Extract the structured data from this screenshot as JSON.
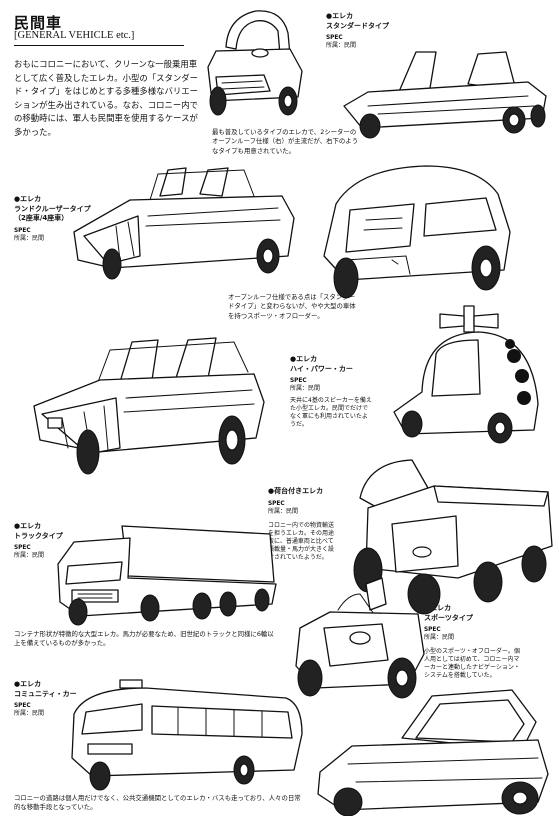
{
  "header": {
    "title": "民間車",
    "subtitle": "[GENERAL VEHICLE etc.]",
    "intro": "おもにコロニーにおいて、クリーンな一般乗用車として広く普及したエレカ。小型の「スタンダード・タイプ」をはじめとする多種多様なバリエーションが生み出されている。なお、コロニー内での移動時には、軍人も民間車を使用するケースが多かった。"
  },
  "entries": [
    {
      "id": "standard",
      "name_lines": [
        "●エレカ",
        "スタンダードタイプ"
      ],
      "spec_label": "SPEC",
      "owner": "所属：民間"
    },
    {
      "id": "landcruiser",
      "name_lines": [
        "●エレカ",
        "ランドクルーザータイプ",
        "（2座車/4座車）"
      ],
      "spec_label": "SPEC",
      "owner": "所属：民間"
    },
    {
      "id": "highpower",
      "name_lines": [
        "●エレカ",
        "ハイ・パワー・カー"
      ],
      "spec_label": "SPEC",
      "owner": "所属：民間",
      "desc": "天井に4基のスピーカーを備えた小型エレカ。民間でだけでなく軍にも利用されていたようだ。"
    },
    {
      "id": "cargobed",
      "name_lines": [
        "●荷台付きエレカ"
      ],
      "spec_label": "SPEC",
      "owner": "所属：民間",
      "desc": "コロニー内での物資輸送を担うエレカ。その用途故に、普通車両と比べて積載量・馬力が大きく設計されていたようだ。"
    },
    {
      "id": "truck",
      "name_lines": [
        "●エレカ",
        "トラックタイプ"
      ],
      "spec_label": "SPEC",
      "owner": "所属：民間"
    },
    {
      "id": "sports",
      "name_lines": [
        "●エレカ",
        "スポーツタイプ"
      ],
      "spec_label": "SPEC",
      "owner": "所属：民間",
      "desc": "小型のスポーツ・オフローダー。個人用としては初めて、コロニー内マーカーと連動したナビゲーション・システムを搭載していた。"
    },
    {
      "id": "community",
      "name_lines": [
        "●エレカ",
        "コミュニティ・カー"
      ],
      "spec_label": "SPEC",
      "owner": "所属：民間"
    }
  ],
  "captions": {
    "standard_note": "最も普及しているタイプのエレカで、2シーターのオープンルーフ仕様（右）が主流だが、右下のようなタイプも用意されていた。",
    "openroof_note": "オープンルーフ仕様である点は「スタンダードタイプ」と変わらないが、やや大型の車体を持つスポーツ・オフローダー。",
    "truck_note": "コンテナ形状が特徴的な大型エレカ。馬力が必要なため、旧世紀のトラックと同様に6輪以上を備えているものが多かった。",
    "community_note": "コロニーの道路は個人用だけでなく、公共交通機関としてのエレカ・バスも走っており、人々の日常的な移動手段となっていた。"
  },
  "illustrations": [
    {
      "id": "standard-open-small",
      "icon": "open-roof-car-icon"
    },
    {
      "id": "standard-covered",
      "icon": "covered-car-icon"
    },
    {
      "id": "landcruiser-two-seat",
      "icon": "open-offroad-car-icon"
    },
    {
      "id": "standard-hatch",
      "icon": "hatchback-car-icon"
    },
    {
      "id": "landcruiser-four-seat",
      "icon": "open-offroad-car-icon"
    },
    {
      "id": "highpower-car",
      "icon": "speaker-car-icon"
    },
    {
      "id": "cargo-bed-car",
      "icon": "pickup-car-icon"
    },
    {
      "id": "truck-car",
      "icon": "truck-icon"
    },
    {
      "id": "sports-car",
      "icon": "sports-car-icon"
    },
    {
      "id": "community-bus",
      "icon": "bus-icon"
    },
    {
      "id": "sports-covered-car",
      "icon": "sports-car-icon"
    }
  ]
}
